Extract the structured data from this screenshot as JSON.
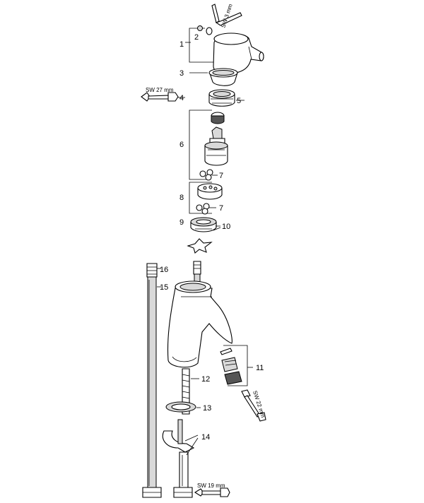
{
  "callouts": {
    "c1": "1",
    "c2": "2",
    "c3": "3",
    "c4": "4",
    "c5": "5",
    "c6": "6",
    "c7a": "7",
    "c7b": "7",
    "c8": "8",
    "c9": "9",
    "c10": "10",
    "c11": "11",
    "c12": "12",
    "c13": "13",
    "c14": "14",
    "c15": "15",
    "c16": "16"
  },
  "tools": {
    "sw3": "SW 3 mm",
    "sw27": "SW 27 mm",
    "sw22": "SW 22 mm",
    "sw19": "SW 19 mm"
  },
  "colors": {
    "ink": "#000000",
    "paper": "#ffffff",
    "shade": "#d9d9d9"
  },
  "icons": [
    "allen-key-icon",
    "wrench-icon"
  ]
}
